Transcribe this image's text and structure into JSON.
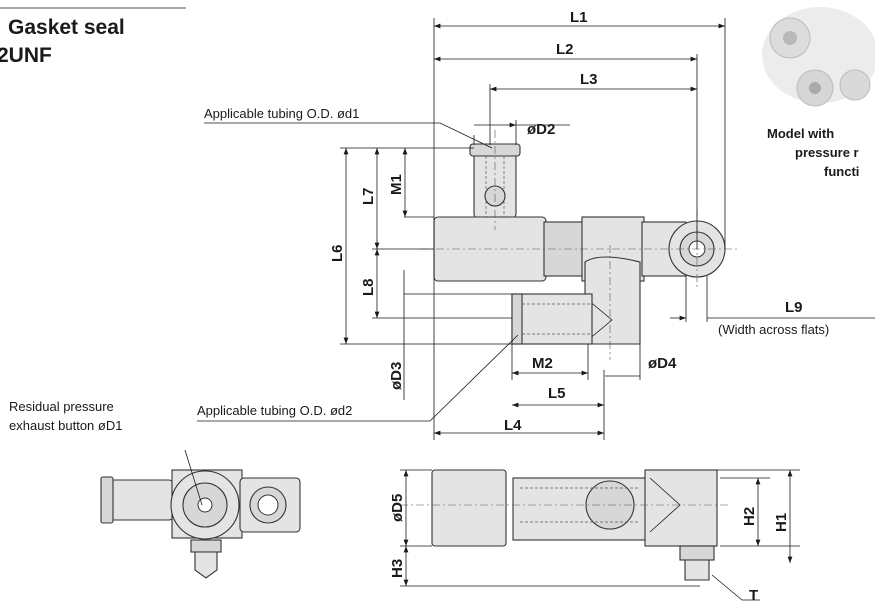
{
  "title": {
    "line1": "Gasket seal",
    "line2": "2UNF"
  },
  "model_caption": {
    "line1": "Model with",
    "line2": "pressure r",
    "line3": "functi"
  },
  "callouts": {
    "tubing_d1": "Applicable tubing O.D. ød1",
    "tubing_d2": "Applicable tubing O.D. ød2",
    "residual_line1": "Residual pressure",
    "residual_line2": "exhaust button øD1",
    "width_flats": "(Width across flats)"
  },
  "dimensions": {
    "L1": "L1",
    "L2": "L2",
    "L3": "L3",
    "L4": "L4",
    "L5": "L5",
    "L6": "L6",
    "L7": "L7",
    "L8": "L8",
    "L9": "L9",
    "M1": "M1",
    "M2": "M2",
    "D2": "øD2",
    "D3": "øD3",
    "D4": "øD4",
    "D5": "øD5",
    "H1": "H1",
    "H2": "H2",
    "H3": "H3",
    "T": "T"
  }
}
